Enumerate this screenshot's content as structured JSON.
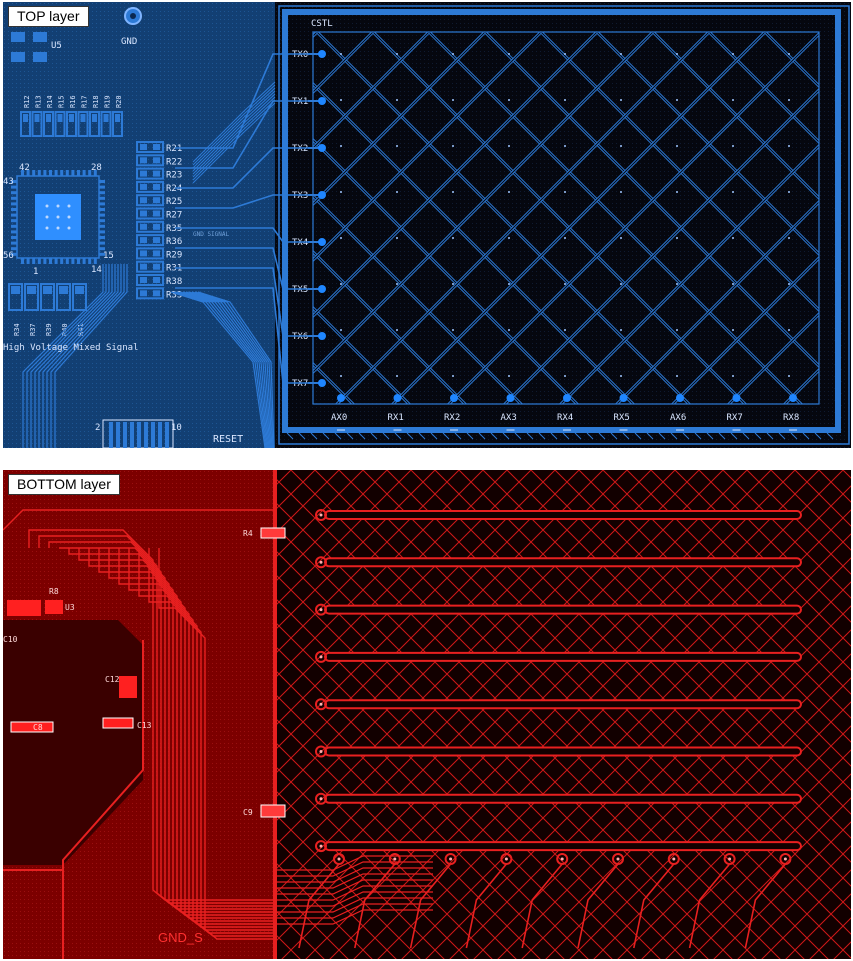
{
  "top_panel": {
    "label": "TOP layer",
    "board_labels": {
      "gnd": "GND",
      "cstl": "CSTL",
      "u5": "U5",
      "reset": "RESET",
      "high_voltage": "High Voltage Mixed Signal",
      "gnd_signal": "GND SIGNAL",
      "pin_42": "42",
      "pin_28": "28",
      "pin_43": "43",
      "pin_56": "56",
      "pin_1": "1",
      "pin_14": "14",
      "pin_15": "15",
      "pin_2": "2",
      "pin_10": "10"
    },
    "resistors_top_row": [
      "R12",
      "R13",
      "R14",
      "R15",
      "R16",
      "R17",
      "R18",
      "R19",
      "R20"
    ],
    "resistors_right": [
      "R21",
      "R22",
      "R23",
      "R24",
      "R25",
      "R27",
      "R35",
      "R36",
      "R29",
      "R31",
      "R38",
      "R33"
    ],
    "resistors_bottom": [
      "R34",
      "R37",
      "R39",
      "R40",
      "R41"
    ],
    "tx_channels": [
      "TX0",
      "TX1",
      "TX2",
      "TX3",
      "TX4",
      "TX5",
      "TX6",
      "TX7"
    ],
    "rx_channels": [
      "AX0",
      "RX1",
      "RX2",
      "AX3",
      "RX4",
      "RX5",
      "AX6",
      "RX7",
      "RX8"
    ],
    "colors": {
      "board": "#123f73",
      "copper": "#2d7ad6",
      "sensor_bg": "#05070f",
      "pad": "#1f86ff"
    }
  },
  "bottom_panel": {
    "label": "BOTTOM layer",
    "board_labels": {
      "gnd_s": "GND_S",
      "r8": "R8",
      "c10": "C10",
      "c12": "C12",
      "c13": "C13",
      "u3": "U3",
      "c8": "C8",
      "c9": "C9",
      "r4": "R4"
    },
    "colors": {
      "board": "#7c0000",
      "copper": "#e82020",
      "sensor_bg": "#120000"
    }
  }
}
